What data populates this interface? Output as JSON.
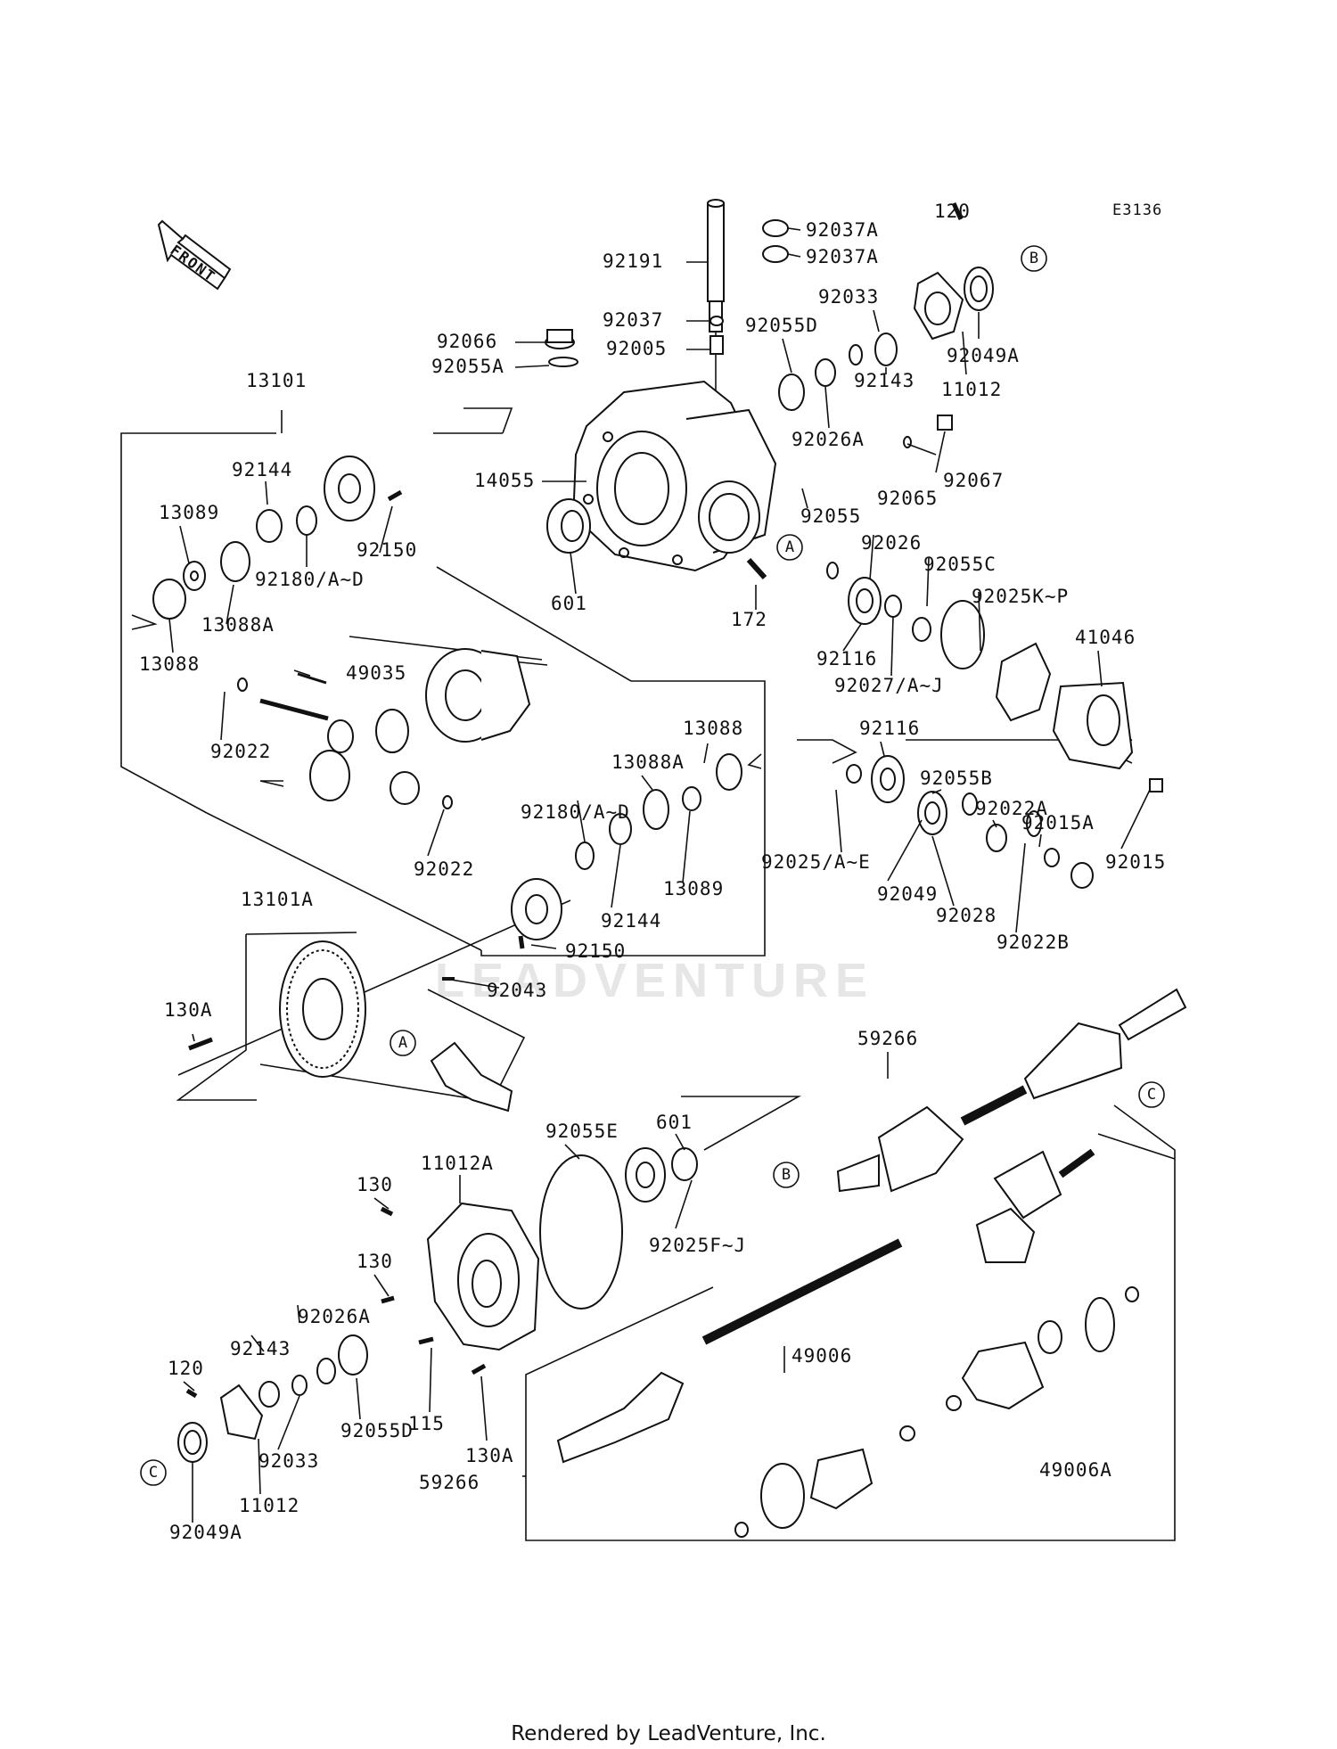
{
  "diagram_code": "E3136",
  "front_arrow_label": "FRONT",
  "watermark": "LEADVENTURE",
  "footer": "Rendered by LeadVenture, Inc.",
  "callouts": [
    "A",
    "B",
    "C"
  ],
  "part_labels": [
    "120",
    "92037A",
    "92037A",
    "92191",
    "92033",
    "92037",
    "92055D",
    "92005",
    "92066",
    "92055A",
    "11012",
    "92049A",
    "92143",
    "92026A",
    "13101",
    "14055",
    "92067",
    "92065",
    "92144",
    "13089",
    "92150",
    "92180/A~D",
    "13088A",
    "13088",
    "601",
    "172",
    "92055",
    "92026",
    "92055C",
    "92025K~P",
    "41046",
    "92116",
    "92027/A~J",
    "49035",
    "92022",
    "92116",
    "13088",
    "13088A",
    "92180/A~D",
    "92022",
    "92025/A~E",
    "92055B",
    "92022A",
    "92015A",
    "92015",
    "92049",
    "92144",
    "13089",
    "92028",
    "92150",
    "92022B",
    "13101A",
    "92043",
    "130A",
    "59266",
    "92055E",
    "601",
    "11012A",
    "130",
    "92025F~J",
    "130",
    "92026A",
    "92143",
    "120",
    "92033",
    "92055D",
    "115",
    "130A",
    "11012",
    "92049A",
    "49006",
    "59266",
    "49006A"
  ]
}
